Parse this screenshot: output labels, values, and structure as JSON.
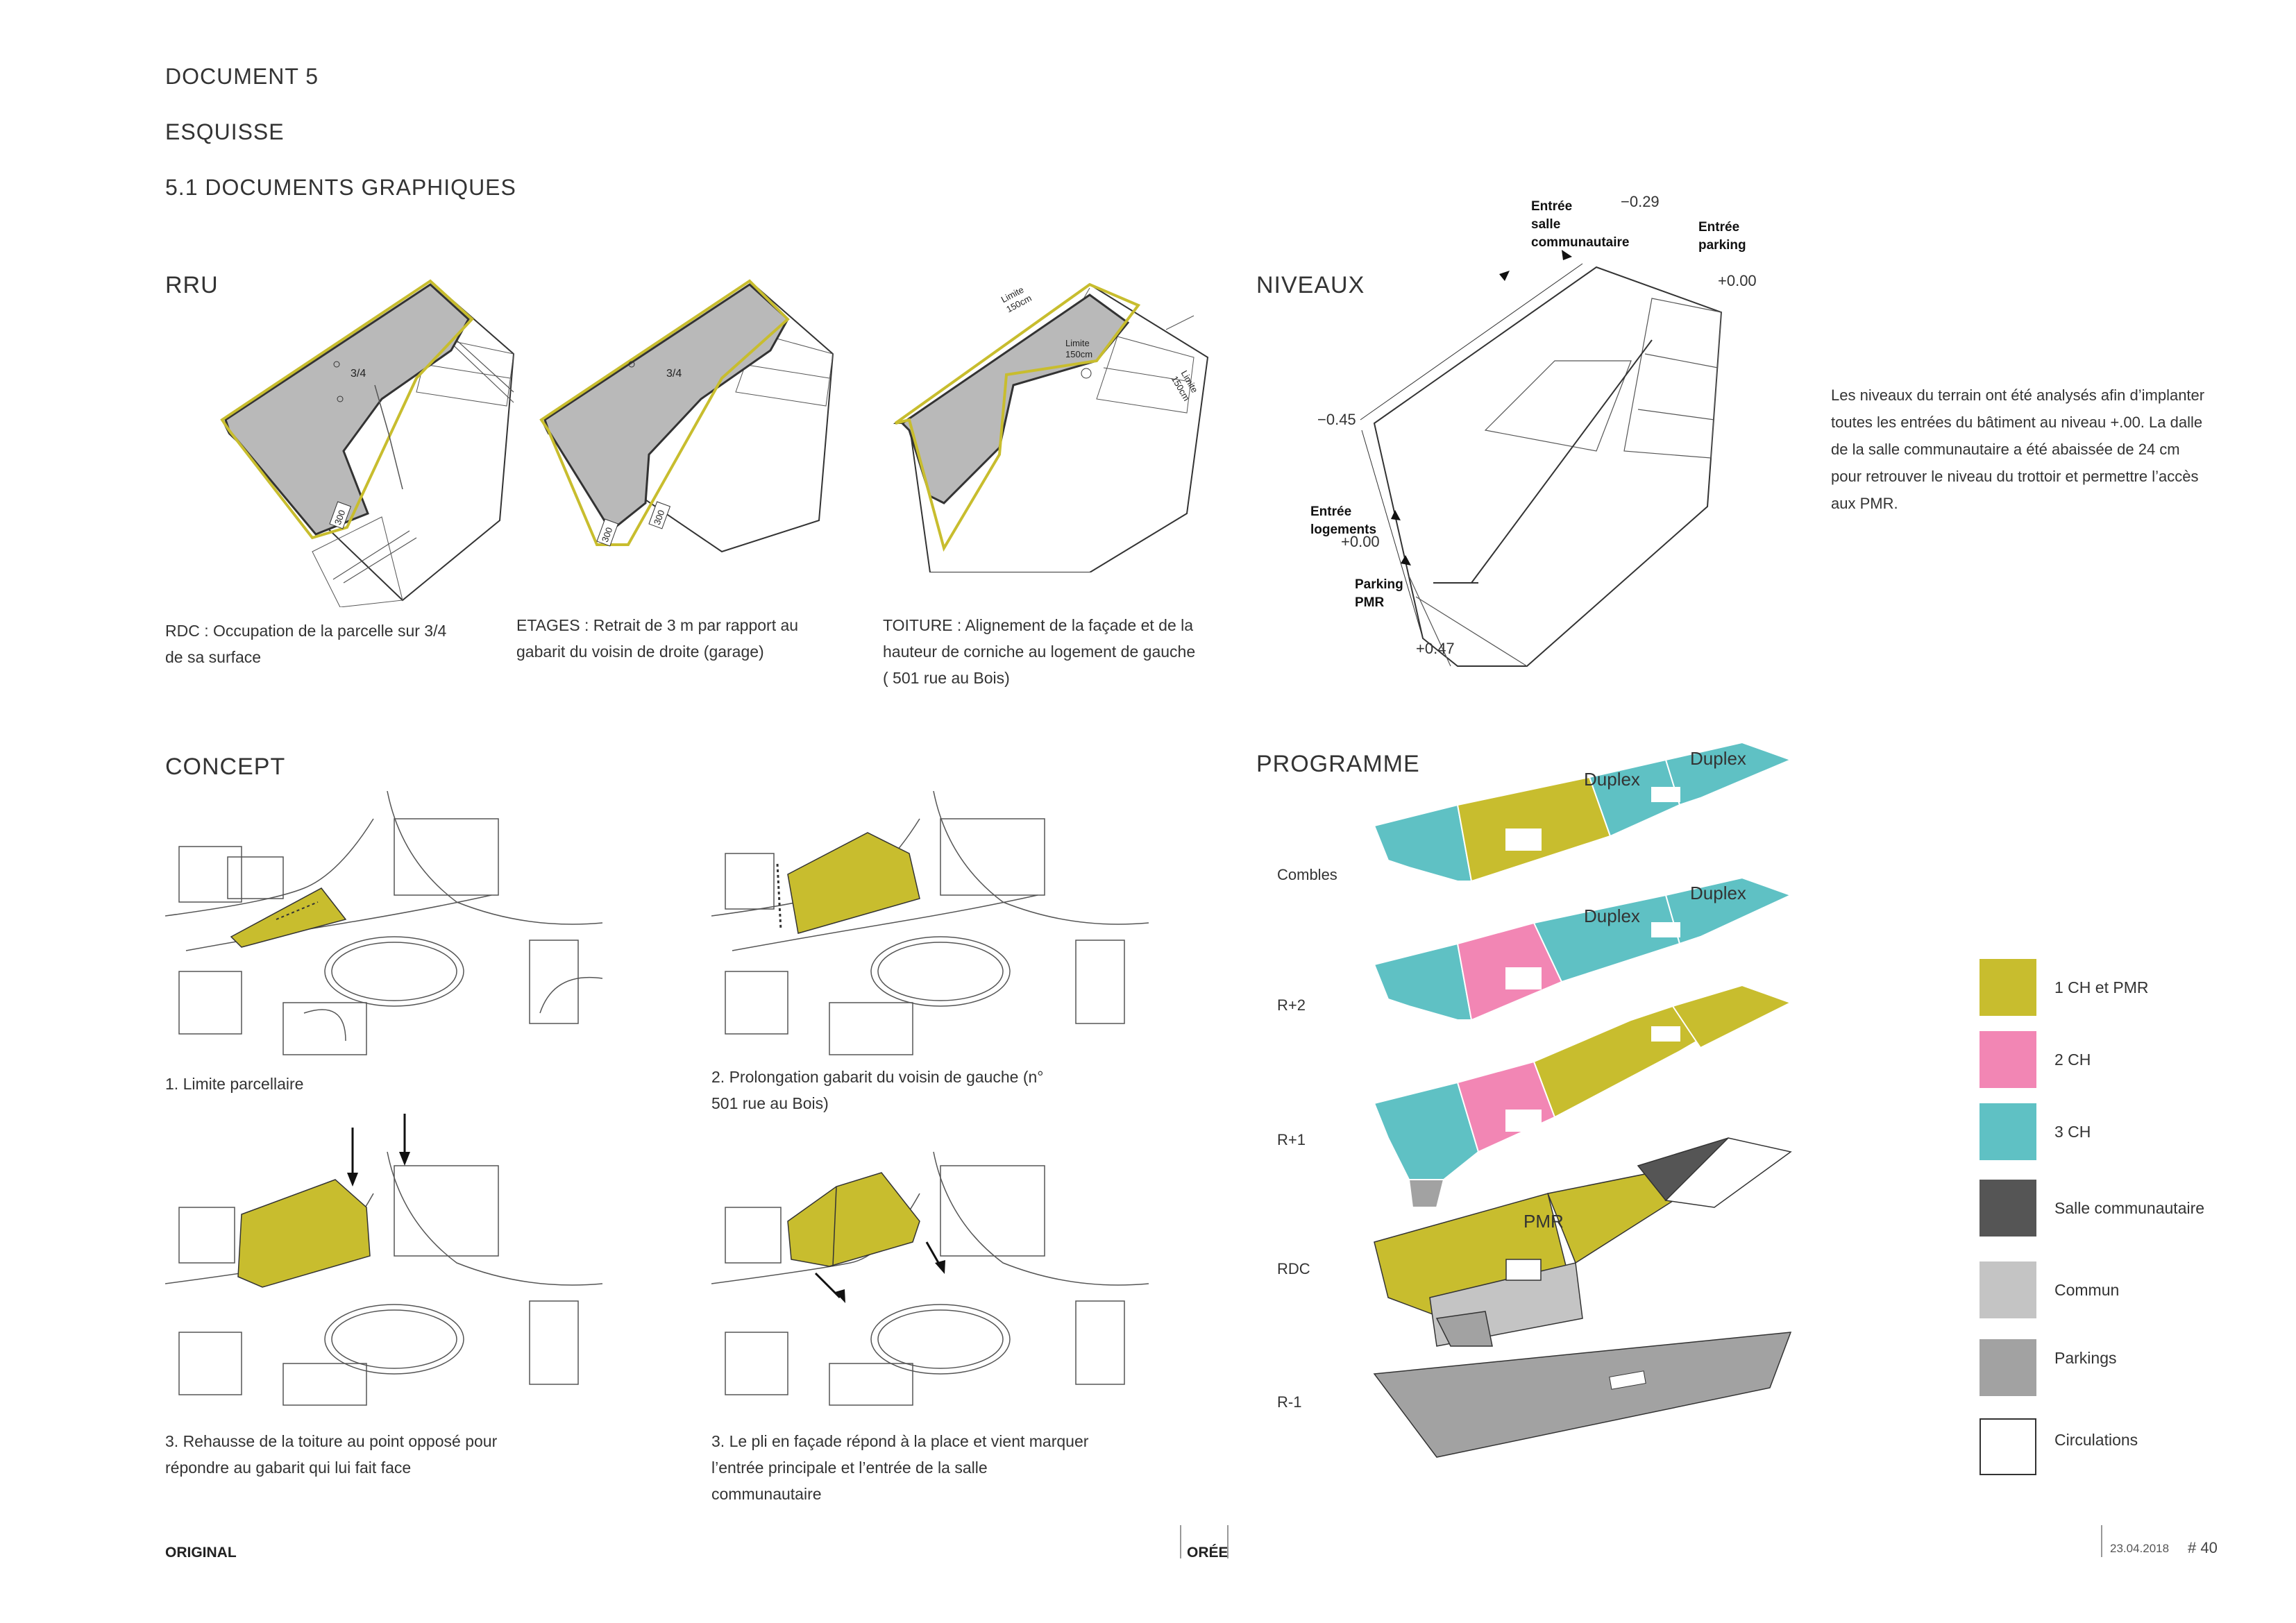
{
  "header": {
    "document": "DOCUMENT 5",
    "esquisse": "ESQUISSE",
    "subtitle": "5.1 DOCUMENTS GRAPHIQUES"
  },
  "rru": {
    "title": "RRU",
    "captions": [
      "RDC : Occupation de la parcelle sur 3/4 de sa surface",
      "ETAGES : Retrait de 3 m par rapport au gabarit du voisin de droite  (garage)",
      "TOITURE : Alignement de la façade et de la hauteur de corniche au logement de gauche ( 501 rue au Bois)"
    ],
    "labels": {
      "fraction": "3/4",
      "dim300": "300",
      "limite_150": "Limite\n150cm",
      "limite_150_b": "Limite\n150cm",
      "limite_150_c": "Limite\n150cm"
    }
  },
  "niveaux": {
    "title": "NIVEAUX",
    "entree_salle": "Entrée\nsalle\ncommunautaire",
    "entree_parking": "Entrée\nparking",
    "entree_logements": "Entrée\nlogements",
    "parking_pmr": "Parking\nPMR",
    "lvl_m029": "−0.29",
    "lvl_p000_top": "+0.00",
    "lvl_m045": "−0.45",
    "lvl_p000_left": "+0.00",
    "lvl_p047": "+0.47",
    "description": "Les niveaux du terrain ont été analysés afin d’implanter toutes les entrées du bâtiment au niveau +.00. La dalle de la salle communautaire a été abaissée de 24 cm pour retrouver le niveau du trottoir et permettre l’accès aux PMR."
  },
  "concept": {
    "title": "CONCEPT",
    "captions": [
      "1. Limite parcellaire",
      "2. Prolongation gabarit du voisin de gauche (n° 501 rue au Bois)",
      "3. Rehausse de la toiture au point opposé pour répondre au gabarit qui lui fait face",
      "3. Le pli en façade répond à la place et vient marquer l’entrée principale et l’entrée de la salle communautaire"
    ]
  },
  "programme": {
    "title": "PROGRAMME",
    "floors": [
      "Combles",
      "R+2",
      "R+1",
      "RDC",
      "R-1"
    ],
    "labels": {
      "duplex": "Duplex",
      "pmr": "PMR"
    },
    "legend": [
      {
        "label": "1 CH et PMR",
        "color": "#c8bd2e"
      },
      {
        "label": "2 CH",
        "color": "#f286b4"
      },
      {
        "label": "3 CH",
        "color": "#5fc1c4"
      },
      {
        "label": "Salle communautaire",
        "color": "#555555"
      },
      {
        "label": "Commun",
        "color": "#c4c4c4"
      },
      {
        "label": "Parkings",
        "color": "#a2a2a2"
      },
      {
        "label": "Circulations",
        "color": "#ffffff"
      }
    ]
  },
  "footer": {
    "left": "ORIGINAL",
    "center": "ORÉE",
    "date": "23.04.2018",
    "page": "# 40"
  },
  "colors": {
    "yellow": "#c8bd2e",
    "pink": "#f286b4",
    "teal": "#5fc1c4",
    "dark": "#555555",
    "commun": "#c4c4c4",
    "parking": "#a2a2a2",
    "mass": "#b9b9b9"
  }
}
